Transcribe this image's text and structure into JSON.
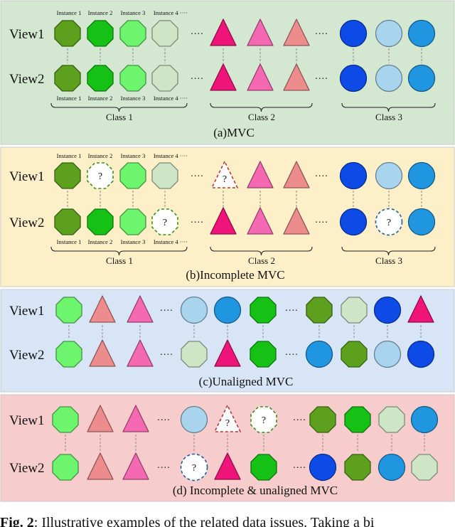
{
  "colors": {
    "dark_green": "#5ca01e",
    "green": "#15c115",
    "light_green": "#6ef56e",
    "pale_green": "#cfe6c6",
    "magenta": "#ee147a",
    "pink": "#f569b3",
    "salmon": "#ec8c8c",
    "dark_blue": "#0d4ae6",
    "light_blue": "#a8d4ee",
    "mid_blue": "#2196e0",
    "panel_a": "#d4e7d1",
    "panel_b": "#fdefc8",
    "panel_c": "#d7e5f6",
    "panel_d": "#f6cccc"
  },
  "row_labels": [
    "View1",
    "View2"
  ],
  "instance_labels": [
    "Instance 1",
    "Instance 2",
    "Instance 3",
    "Instance 4 ····"
  ],
  "ellipsis": "····",
  "missing_mark": "?",
  "class_labels": [
    "Class 1",
    "Class 2",
    "Class 3"
  ],
  "panels": [
    {
      "caption": "(a)MVC"
    },
    {
      "caption": "(b)Incomplete MVC"
    },
    {
      "caption": "(c)Unaligned MVC"
    },
    {
      "caption": "(d) Incomplete & unaligned MVC"
    }
  ],
  "figure_caption": {
    "prefix": "Fig. 2",
    "text": ": Illustrative examples of the related data issues. Taking a bi"
  }
}
